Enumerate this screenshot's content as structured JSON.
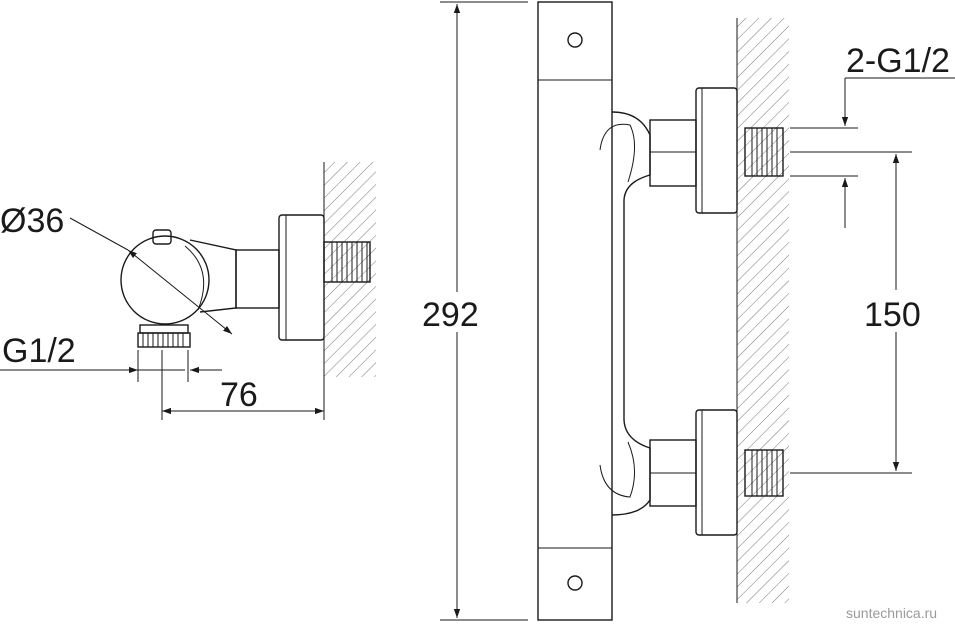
{
  "drawing": {
    "labels": {
      "diameter": "Ø36",
      "thread_side": "G1/2",
      "depth": "76",
      "height": "292",
      "thread_inlets": "2-G1/2",
      "center_distance": "150"
    },
    "watermark": "suntechnica.ru"
  }
}
